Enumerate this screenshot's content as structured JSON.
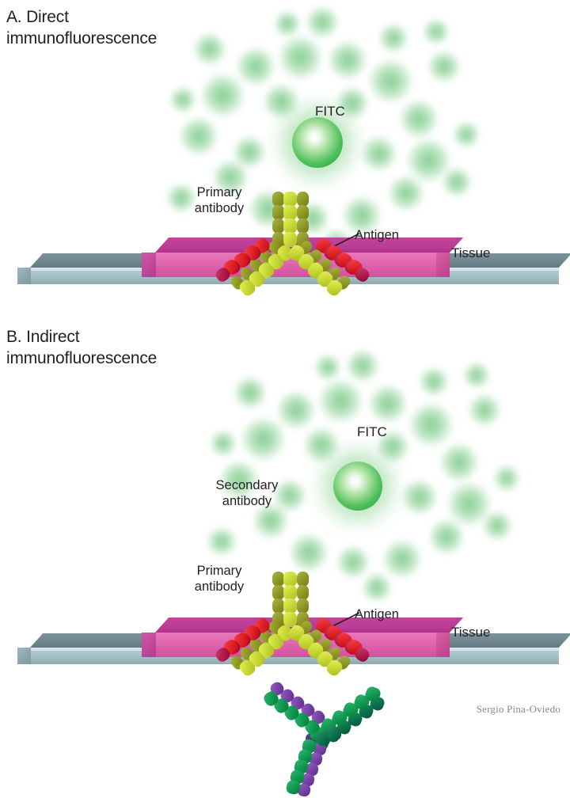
{
  "figure": {
    "signature": "Sergio Pina-Oviedo",
    "background_color": "#ffffff"
  },
  "colors": {
    "fitc_green": "#3cb04f",
    "tissue_magenta": "#c0459b",
    "tissue_pink": "#e067b0",
    "slide_gray": "#a9c3ca",
    "antigen_tan": "#dcbd95",
    "primary_antibody_yellow": "#c9d93a",
    "primary_antibody_red": "#e0252c",
    "secondary_antibody_green": "#149b54",
    "secondary_antibody_purple": "#7a46a8",
    "text": "#231f20"
  },
  "panels": [
    {
      "id": "panel-a",
      "heading": "A. Direct\nimmunofluorescence",
      "fitc_label": "FITC",
      "labels": {
        "primary_antibody": "Primary\nantibody",
        "antigen": "Antigen",
        "tissue": "Tissue"
      }
    },
    {
      "id": "panel-b",
      "heading": "B. Indirect\nimmunofluorescence",
      "fitc_label": "FITC",
      "labels": {
        "secondary_antibody": "Secondary\nantibody",
        "primary_antibody": "Primary\nantibody",
        "antigen": "Antigen",
        "tissue": "Tissue"
      }
    }
  ]
}
